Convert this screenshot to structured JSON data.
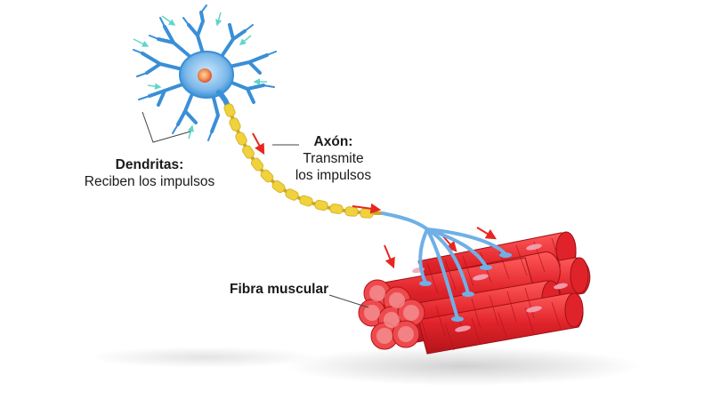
{
  "labels": {
    "dendrites": {
      "title": "Dendritas:",
      "description": "Reciben los impulsos"
    },
    "axon": {
      "title": "Axón:",
      "line1": "Transmite",
      "line2": "los impulsos"
    },
    "muscle": {
      "title": "Fibra muscular"
    }
  },
  "colors": {
    "neuron": "#3a8fd6",
    "nucleus": "#e86a3c",
    "myelin": "#f0d23c",
    "muscle": "#e0232a",
    "impulse_arrow": "#e8261f",
    "input_arrow": "#5fd6c8",
    "leader_line": "#444444"
  }
}
